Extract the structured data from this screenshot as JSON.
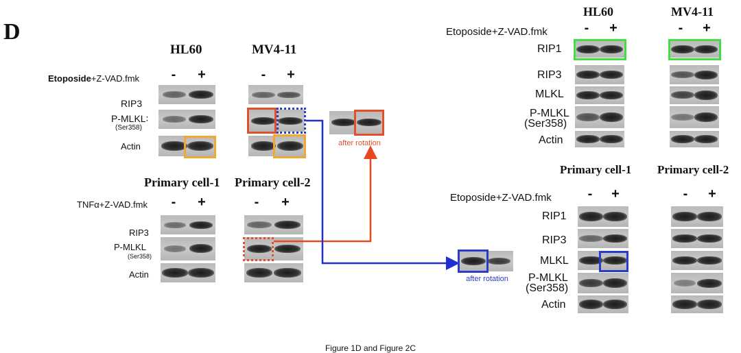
{
  "panel_letter": "D",
  "colors": {
    "orange": "#f0a830",
    "red": "#e0502a",
    "blue": "#2a3cc8",
    "green": "#44dd44",
    "arrow_red": "#e8481e",
    "arrow_blue": "#1f2fd0"
  },
  "left": {
    "col_hl60": "HL60",
    "col_mv411": "MV4-11",
    "treat_bold": "Etoposide",
    "treat_rest": "+Z-VAD.fmk",
    "minus": "-",
    "plus": "+",
    "rip3": "RIP3",
    "pmlkl": "P-MLKL∶",
    "ser": "(Ser358)",
    "actin": "Actin",
    "after_rotation": "after rotation",
    "col_pc1": "Primary cell-1",
    "col_pc2": "Primary cell-2",
    "treat2": "TNFα+Z-VAD.fmk",
    "pmlkl2": "P-MLKL"
  },
  "right": {
    "col_hl60": "HL60",
    "col_mv411": "MV4-11",
    "treat": "Etoposide+Z-VAD.fmk",
    "minus": "-",
    "plus": "+",
    "rip1": "RIP1",
    "rip3": "RIP3",
    "mlkl": "MLKL",
    "pmlkl": "P-MLKL",
    "ser": "(Ser358)",
    "actin": "Actin",
    "col_pc1": "Primary cell-1",
    "col_pc2": "Primary cell-2",
    "after_rotation": "after rotation"
  },
  "footer": "Figure 1D and Figure 2C"
}
